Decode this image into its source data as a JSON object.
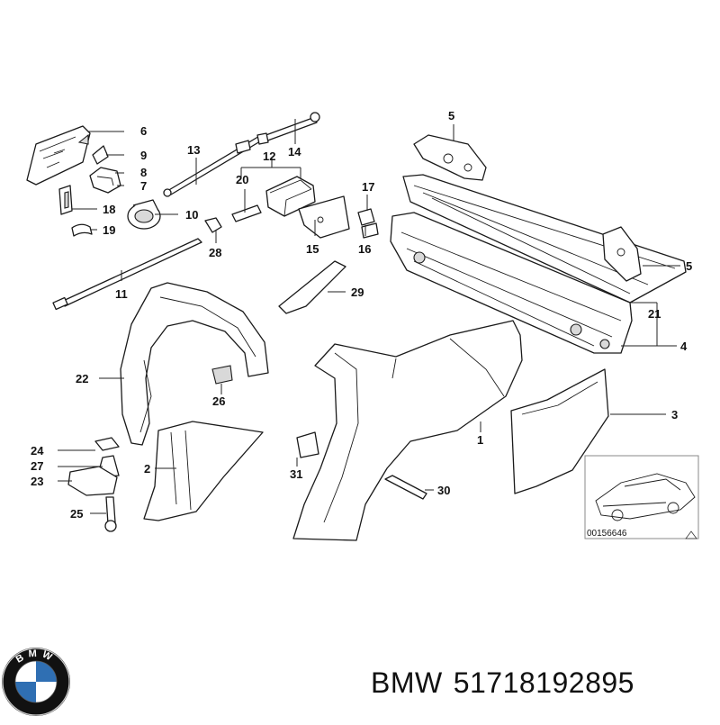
{
  "callouts": [
    "1",
    "2",
    "3",
    "4",
    "5",
    "5",
    "6",
    "7",
    "8",
    "9",
    "10",
    "11",
    "12",
    "13",
    "14",
    "15",
    "16",
    "17",
    "18",
    "19",
    "20",
    "21",
    "22",
    "23",
    "24",
    "25",
    "26",
    "27",
    "28",
    "29",
    "30",
    "31"
  ],
  "inset": {
    "reference_code": "00156646"
  },
  "brand": {
    "logo_text": "BMW",
    "name": "BMW",
    "part_number": "51718192895"
  },
  "colors": {
    "line": "#1a1a1a",
    "logo_blue": "#2f6fb3",
    "logo_ring": "#111111"
  }
}
